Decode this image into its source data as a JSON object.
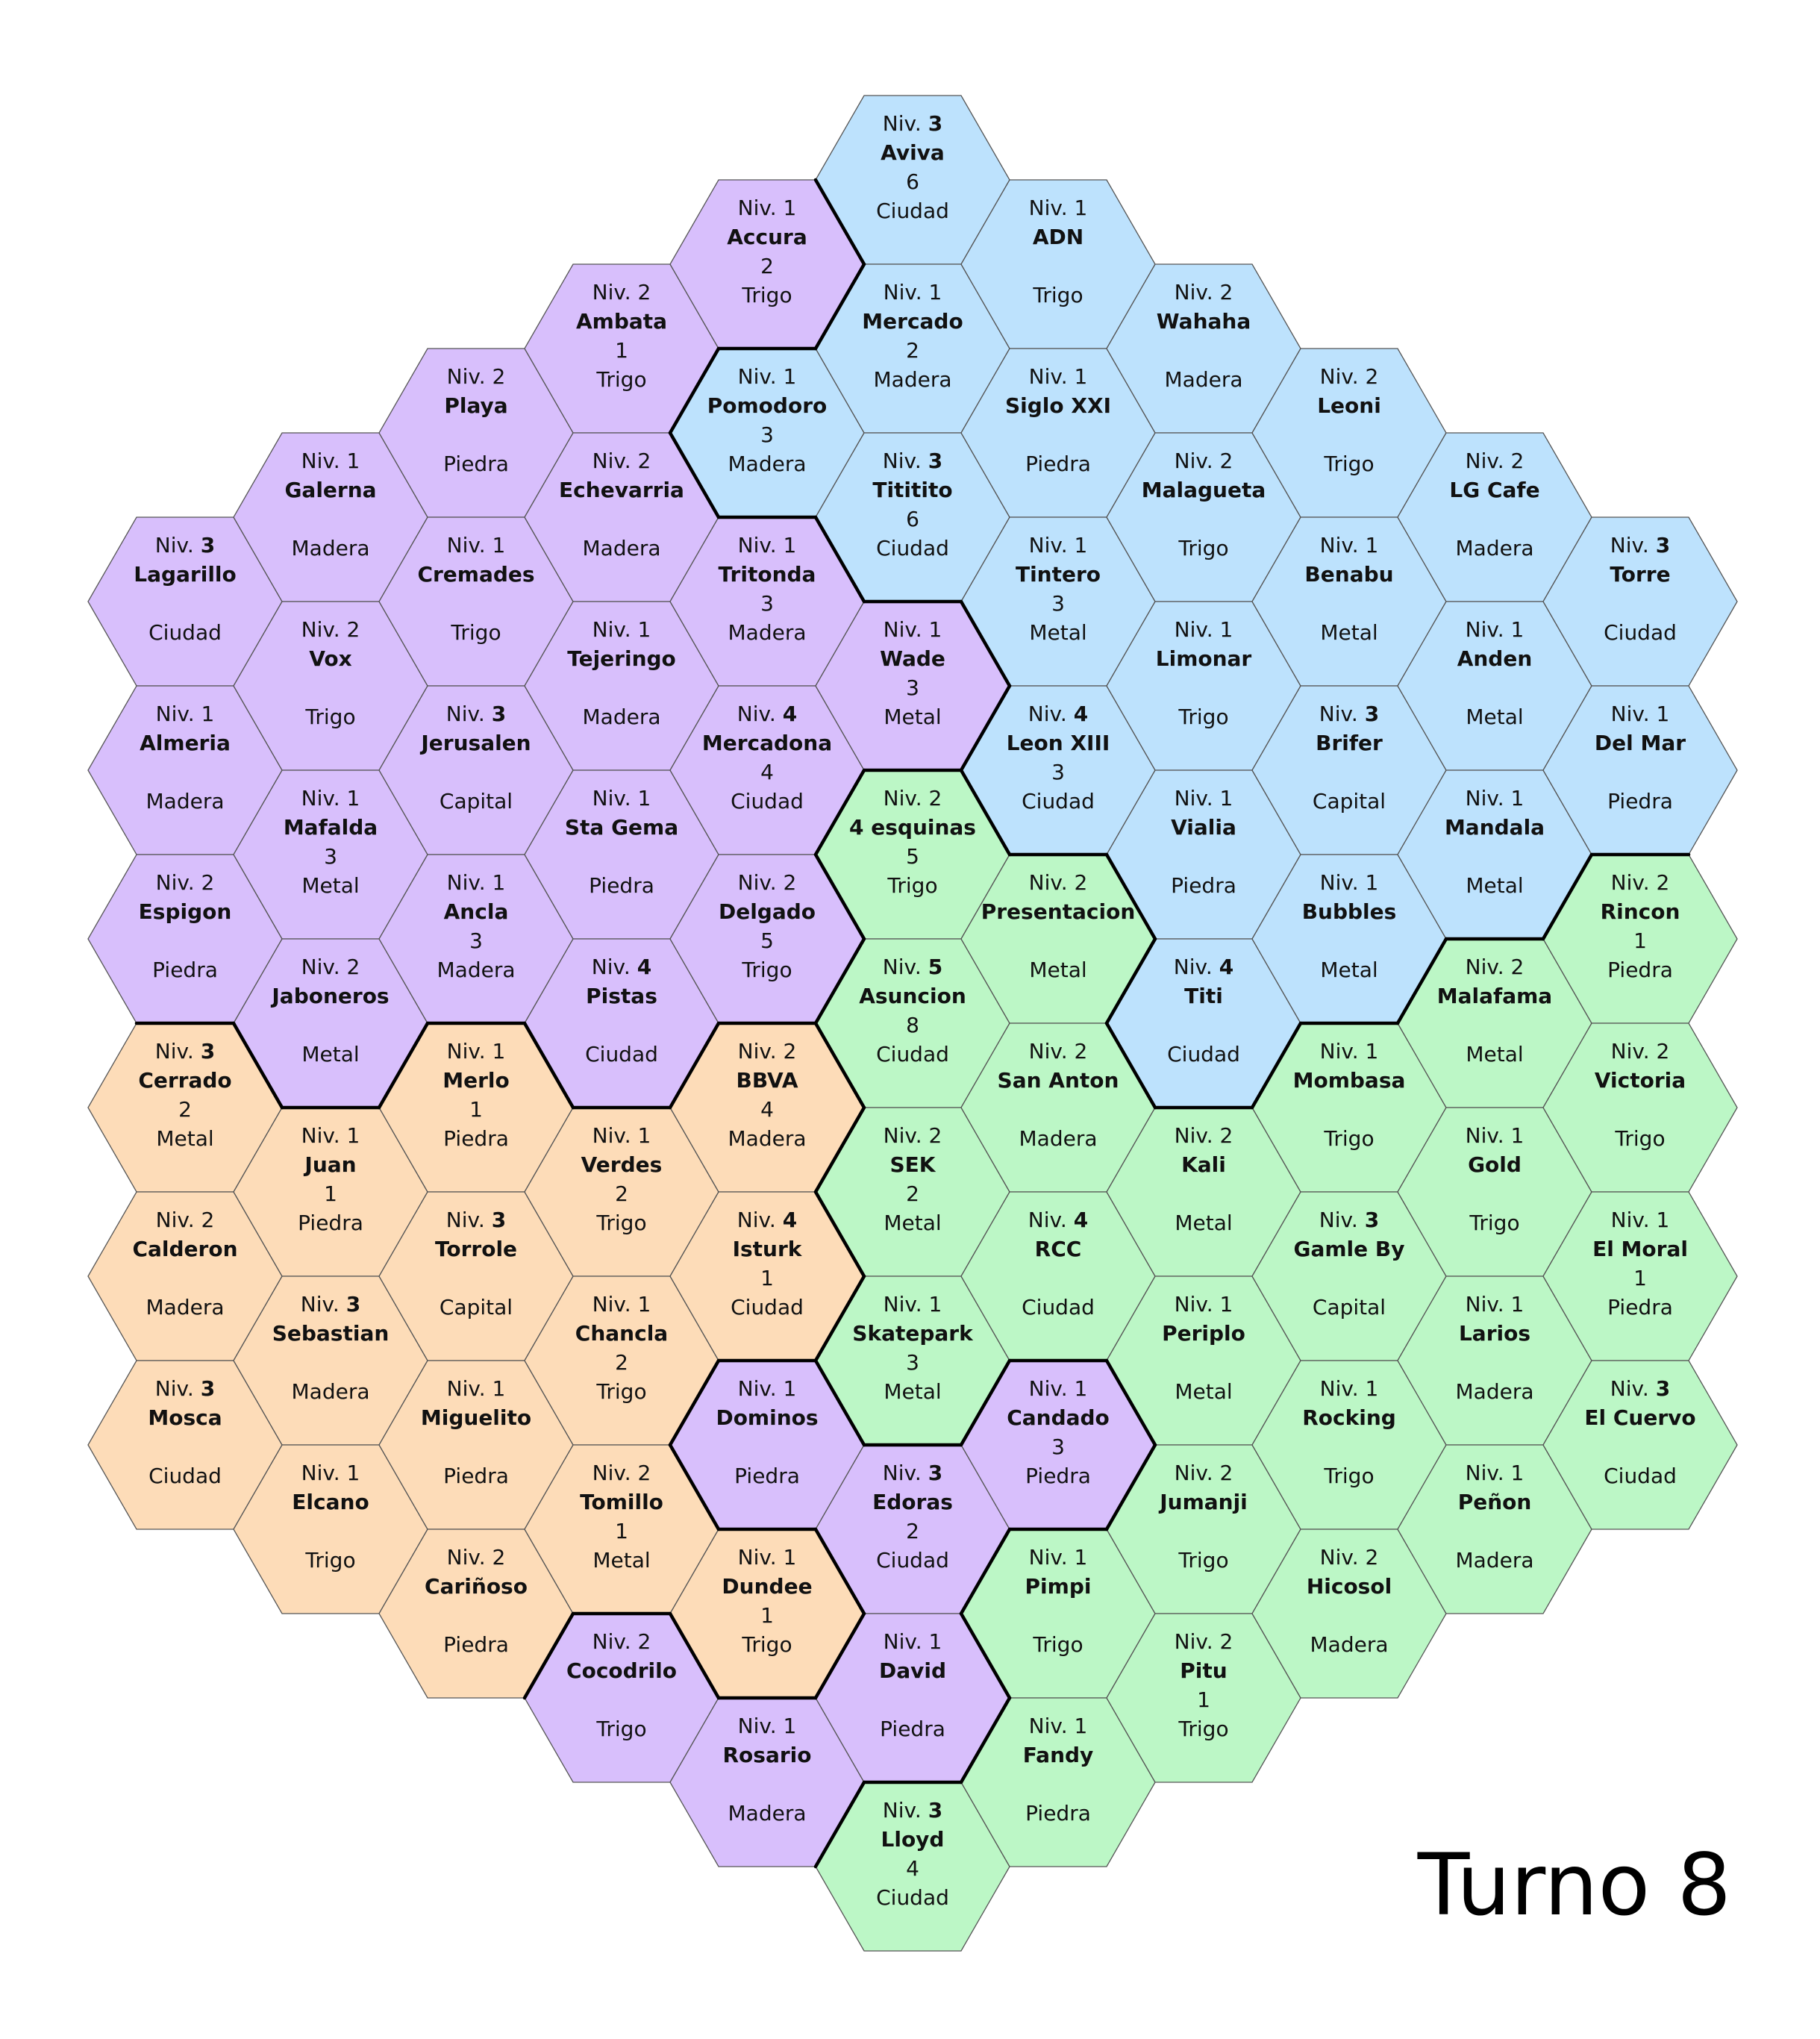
{
  "colors": {
    "orange": "#fddcb8",
    "purple": "#d8bffc",
    "blue": "#bde2fd",
    "green": "#bcf7c6"
  },
  "turn_label": "Turno 8",
  "tiles": [
    {
      "col": 0,
      "row": 0,
      "lvl": "3",
      "name": "Lagarillo",
      "num": "",
      "type": "Ciudad",
      "color": "purple"
    },
    {
      "col": 0,
      "row": 1,
      "lvl": "1",
      "name": "Almeria",
      "num": "",
      "type": "Madera",
      "color": "purple"
    },
    {
      "col": 0,
      "row": 2,
      "lvl": "2",
      "name": "Espigon",
      "num": "",
      "type": "Piedra",
      "color": "purple"
    },
    {
      "col": 0,
      "row": 3,
      "lvl": "3",
      "name": "Cerrado",
      "num": "2",
      "type": "Metal",
      "color": "orange"
    },
    {
      "col": 0,
      "row": 4,
      "lvl": "2",
      "name": "Calderon",
      "num": "",
      "type": "Madera",
      "color": "orange"
    },
    {
      "col": 0,
      "row": 5,
      "lvl": "3",
      "name": "Mosca",
      "num": "",
      "type": "Ciudad",
      "color": "orange"
    },
    {
      "col": 1,
      "row": 0,
      "lvl": "1",
      "name": "Galerna",
      "num": "",
      "type": "Madera",
      "color": "purple"
    },
    {
      "col": 1,
      "row": 1,
      "lvl": "2",
      "name": "Vox",
      "num": "",
      "type": "Trigo",
      "color": "purple"
    },
    {
      "col": 1,
      "row": 2,
      "lvl": "1",
      "name": "Mafalda",
      "num": "3",
      "type": "Metal",
      "color": "purple"
    },
    {
      "col": 1,
      "row": 3,
      "lvl": "2",
      "name": "Jaboneros",
      "num": "",
      "type": "Metal",
      "color": "purple"
    },
    {
      "col": 1,
      "row": 4,
      "lvl": "1",
      "name": "Juan",
      "num": "1",
      "type": "Piedra",
      "color": "orange"
    },
    {
      "col": 1,
      "row": 5,
      "lvl": "3",
      "name": "Sebastian",
      "num": "",
      "type": "Madera",
      "color": "orange"
    },
    {
      "col": 1,
      "row": 6,
      "lvl": "1",
      "name": "Elcano",
      "num": "",
      "type": "Trigo",
      "color": "orange"
    },
    {
      "col": 2,
      "row": 0,
      "lvl": "2",
      "name": "Playa",
      "num": "",
      "type": "Piedra",
      "color": "purple"
    },
    {
      "col": 2,
      "row": 1,
      "lvl": "1",
      "name": "Cremades",
      "num": "",
      "type": "Trigo",
      "color": "purple"
    },
    {
      "col": 2,
      "row": 2,
      "lvl": "3",
      "name": "Jerusalen",
      "num": "",
      "type": "Capital",
      "color": "purple"
    },
    {
      "col": 2,
      "row": 3,
      "lvl": "1",
      "name": "Ancla",
      "num": "3",
      "type": "Madera",
      "color": "purple"
    },
    {
      "col": 2,
      "row": 4,
      "lvl": "1",
      "name": "Merlo",
      "num": "1",
      "type": "Piedra",
      "color": "orange"
    },
    {
      "col": 2,
      "row": 5,
      "lvl": "3",
      "name": "Torrole",
      "num": "",
      "type": "Capital",
      "color": "orange"
    },
    {
      "col": 2,
      "row": 6,
      "lvl": "1",
      "name": "Miguelito",
      "num": "",
      "type": "Piedra",
      "color": "orange"
    },
    {
      "col": 2,
      "row": 7,
      "lvl": "2",
      "name": "Cariñoso",
      "num": "",
      "type": "Piedra",
      "color": "orange"
    },
    {
      "col": 3,
      "row": 0,
      "lvl": "2",
      "name": "Ambata",
      "num": "1",
      "type": "Trigo",
      "color": "purple"
    },
    {
      "col": 3,
      "row": 1,
      "lvl": "2",
      "name": "Echevarria",
      "num": "",
      "type": "Madera",
      "color": "purple"
    },
    {
      "col": 3,
      "row": 2,
      "lvl": "1",
      "name": "Tejeringo",
      "num": "",
      "type": "Madera",
      "color": "purple"
    },
    {
      "col": 3,
      "row": 3,
      "lvl": "1",
      "name": "Sta Gema",
      "num": "",
      "type": "Piedra",
      "color": "purple"
    },
    {
      "col": 3,
      "row": 4,
      "lvl": "4",
      "name": "Pistas",
      "num": "",
      "type": "Ciudad",
      "color": "purple"
    },
    {
      "col": 3,
      "row": 5,
      "lvl": "1",
      "name": "Verdes",
      "num": "2",
      "type": "Trigo",
      "color": "orange"
    },
    {
      "col": 3,
      "row": 6,
      "lvl": "1",
      "name": "Chancla",
      "num": "2",
      "type": "Trigo",
      "color": "orange"
    },
    {
      "col": 3,
      "row": 7,
      "lvl": "2",
      "name": "Tomillo",
      "num": "1",
      "type": "Metal",
      "color": "orange"
    },
    {
      "col": 3,
      "row": 8,
      "lvl": "2",
      "name": "Cocodrilo",
      "num": "",
      "type": "Trigo",
      "color": "purple"
    },
    {
      "col": 4,
      "row": 0,
      "lvl": "1",
      "name": "Accura",
      "num": "2",
      "type": "Trigo",
      "color": "purple"
    },
    {
      "col": 4,
      "row": 1,
      "lvl": "1",
      "name": "Pomodoro",
      "num": "3",
      "type": "Madera",
      "color": "blue"
    },
    {
      "col": 4,
      "row": 2,
      "lvl": "1",
      "name": "Tritonda",
      "num": "3",
      "type": "Madera",
      "color": "purple"
    },
    {
      "col": 4,
      "row": 3,
      "lvl": "4",
      "name": "Mercadona",
      "num": "4",
      "type": "Ciudad",
      "color": "purple"
    },
    {
      "col": 4,
      "row": 4,
      "lvl": "2",
      "name": "Delgado",
      "num": "5",
      "type": "Trigo",
      "color": "purple"
    },
    {
      "col": 4,
      "row": 5,
      "lvl": "2",
      "name": "BBVA",
      "num": "4",
      "type": "Madera",
      "color": "orange"
    },
    {
      "col": 4,
      "row": 6,
      "lvl": "4",
      "name": "Isturk",
      "num": "1",
      "type": "Ciudad",
      "color": "orange"
    },
    {
      "col": 4,
      "row": 7,
      "lvl": "1",
      "name": "Dominos",
      "num": "",
      "type": "Piedra",
      "color": "purple"
    },
    {
      "col": 4,
      "row": 8,
      "lvl": "1",
      "name": "Dundee",
      "num": "1",
      "type": "Trigo",
      "color": "orange"
    },
    {
      "col": 4,
      "row": 9,
      "lvl": "1",
      "name": "Rosario",
      "num": "",
      "type": "Madera",
      "color": "purple"
    },
    {
      "col": 5,
      "row": 0,
      "lvl": "3",
      "name": "Aviva",
      "num": "6",
      "type": "Ciudad",
      "color": "blue"
    },
    {
      "col": 5,
      "row": 1,
      "lvl": "1",
      "name": "Mercado",
      "num": "2",
      "type": "Madera",
      "color": "blue"
    },
    {
      "col": 5,
      "row": 2,
      "lvl": "3",
      "name": "Tititito",
      "num": "6",
      "type": "Ciudad",
      "color": "blue"
    },
    {
      "col": 5,
      "row": 3,
      "lvl": "1",
      "name": "Wade",
      "num": "3",
      "type": "Metal",
      "color": "purple"
    },
    {
      "col": 5,
      "row": 4,
      "lvl": "2",
      "name": "4 esquinas",
      "num": "5",
      "type": "Trigo",
      "color": "green"
    },
    {
      "col": 5,
      "row": 5,
      "lvl": "5",
      "name": "Asuncion",
      "num": "8",
      "type": "Ciudad",
      "color": "green"
    },
    {
      "col": 5,
      "row": 6,
      "lvl": "2",
      "name": "SEK",
      "num": "2",
      "type": "Metal",
      "color": "green"
    },
    {
      "col": 5,
      "row": 7,
      "lvl": "1",
      "name": "Skatepark",
      "num": "3",
      "type": "Metal",
      "color": "green"
    },
    {
      "col": 5,
      "row": 8,
      "lvl": "3",
      "name": "Edoras",
      "num": "2",
      "type": "Ciudad",
      "color": "purple"
    },
    {
      "col": 5,
      "row": 9,
      "lvl": "1",
      "name": "David",
      "num": "",
      "type": "Piedra",
      "color": "purple"
    },
    {
      "col": 5,
      "row": 10,
      "lvl": "3",
      "name": "Lloyd",
      "num": "4",
      "type": "Ciudad",
      "color": "green"
    },
    {
      "col": 6,
      "row": 0,
      "lvl": "1",
      "name": "ADN",
      "num": "",
      "type": "Trigo",
      "color": "blue"
    },
    {
      "col": 6,
      "row": 1,
      "lvl": "1",
      "name": "Siglo XXI",
      "num": "",
      "type": "Piedra",
      "color": "blue"
    },
    {
      "col": 6,
      "row": 2,
      "lvl": "1",
      "name": "Tintero",
      "num": "3",
      "type": "Metal",
      "color": "blue"
    },
    {
      "col": 6,
      "row": 3,
      "lvl": "4",
      "name": "Leon XIII",
      "num": "3",
      "type": "Ciudad",
      "color": "blue"
    },
    {
      "col": 6,
      "row": 4,
      "lvl": "2",
      "name": "Presentacion",
      "num": "",
      "type": "Metal",
      "color": "green"
    },
    {
      "col": 6,
      "row": 5,
      "lvl": "2",
      "name": "San Anton",
      "num": "",
      "type": "Madera",
      "color": "green"
    },
    {
      "col": 6,
      "row": 6,
      "lvl": "4",
      "name": "RCC",
      "num": "",
      "type": "Ciudad",
      "color": "green"
    },
    {
      "col": 6,
      "row": 7,
      "lvl": "1",
      "name": "Candado",
      "num": "3",
      "type": "Piedra",
      "color": "purple"
    },
    {
      "col": 6,
      "row": 8,
      "lvl": "1",
      "name": "Pimpi",
      "num": "",
      "type": "Trigo",
      "color": "green"
    },
    {
      "col": 6,
      "row": 9,
      "lvl": "1",
      "name": "Fandy",
      "num": "",
      "type": "Piedra",
      "color": "green"
    },
    {
      "col": 7,
      "row": 0,
      "lvl": "2",
      "name": "Wahaha",
      "num": "",
      "type": "Madera",
      "color": "blue"
    },
    {
      "col": 7,
      "row": 1,
      "lvl": "2",
      "name": "Malagueta",
      "num": "",
      "type": "Trigo",
      "color": "blue"
    },
    {
      "col": 7,
      "row": 2,
      "lvl": "1",
      "name": "Limonar",
      "num": "",
      "type": "Trigo",
      "color": "blue"
    },
    {
      "col": 7,
      "row": 3,
      "lvl": "1",
      "name": "Vialia",
      "num": "",
      "type": "Piedra",
      "color": "blue"
    },
    {
      "col": 7,
      "row": 4,
      "lvl": "4",
      "name": "Titi",
      "num": "",
      "type": "Ciudad",
      "color": "blue"
    },
    {
      "col": 7,
      "row": 5,
      "lvl": "2",
      "name": "Kali",
      "num": "",
      "type": "Metal",
      "color": "green"
    },
    {
      "col": 7,
      "row": 6,
      "lvl": "1",
      "name": "Periplo",
      "num": "",
      "type": "Metal",
      "color": "green"
    },
    {
      "col": 7,
      "row": 7,
      "lvl": "2",
      "name": "Jumanji",
      "num": "",
      "type": "Trigo",
      "color": "green"
    },
    {
      "col": 7,
      "row": 8,
      "lvl": "2",
      "name": "Pitu",
      "num": "1",
      "type": "Trigo",
      "color": "green"
    },
    {
      "col": 8,
      "row": 0,
      "lvl": "2",
      "name": "Leoni",
      "num": "",
      "type": "Trigo",
      "color": "blue"
    },
    {
      "col": 8,
      "row": 1,
      "lvl": "1",
      "name": "Benabu",
      "num": "",
      "type": "Metal",
      "color": "blue"
    },
    {
      "col": 8,
      "row": 2,
      "lvl": "3",
      "name": "Brifer",
      "num": "",
      "type": "Capital",
      "color": "blue"
    },
    {
      "col": 8,
      "row": 3,
      "lvl": "1",
      "name": "Bubbles",
      "num": "",
      "type": "Metal",
      "color": "blue"
    },
    {
      "col": 8,
      "row": 4,
      "lvl": "1",
      "name": "Mombasa",
      "num": "",
      "type": "Trigo",
      "color": "green"
    },
    {
      "col": 8,
      "row": 5,
      "lvl": "3",
      "name": "Gamle By",
      "num": "",
      "type": "Capital",
      "color": "green"
    },
    {
      "col": 8,
      "row": 6,
      "lvl": "1",
      "name": "Rocking",
      "num": "",
      "type": "Trigo",
      "color": "green"
    },
    {
      "col": 8,
      "row": 7,
      "lvl": "2",
      "name": "Hicosol",
      "num": "",
      "type": "Madera",
      "color": "green"
    },
    {
      "col": 9,
      "row": 0,
      "lvl": "2",
      "name": "LG Cafe",
      "num": "",
      "type": "Madera",
      "color": "blue"
    },
    {
      "col": 9,
      "row": 1,
      "lvl": "1",
      "name": "Anden",
      "num": "",
      "type": "Metal",
      "color": "blue"
    },
    {
      "col": 9,
      "row": 2,
      "lvl": "1",
      "name": "Mandala",
      "num": "",
      "type": "Metal",
      "color": "blue"
    },
    {
      "col": 9,
      "row": 3,
      "lvl": "2",
      "name": "Malafama",
      "num": "",
      "type": "Metal",
      "color": "green"
    },
    {
      "col": 9,
      "row": 4,
      "lvl": "1",
      "name": "Gold",
      "num": "",
      "type": "Trigo",
      "color": "green"
    },
    {
      "col": 9,
      "row": 5,
      "lvl": "1",
      "name": "Larios",
      "num": "",
      "type": "Madera",
      "color": "green"
    },
    {
      "col": 9,
      "row": 6,
      "lvl": "1",
      "name": "Peñon",
      "num": "",
      "type": "Madera",
      "color": "green"
    },
    {
      "col": 10,
      "row": 0,
      "lvl": "3",
      "name": "Torre",
      "num": "",
      "type": "Ciudad",
      "color": "blue"
    },
    {
      "col": 10,
      "row": 1,
      "lvl": "1",
      "name": "Del Mar",
      "num": "",
      "type": "Piedra",
      "color": "blue"
    },
    {
      "col": 10,
      "row": 2,
      "lvl": "2",
      "name": "Rincon",
      "num": "1",
      "type": "Piedra",
      "color": "green"
    },
    {
      "col": 10,
      "row": 3,
      "lvl": "2",
      "name": "Victoria",
      "num": "",
      "type": "Trigo",
      "color": "green"
    },
    {
      "col": 10,
      "row": 4,
      "lvl": "1",
      "name": "El Moral",
      "num": "1",
      "type": "Piedra",
      "color": "green"
    },
    {
      "col": 10,
      "row": 5,
      "lvl": "3",
      "name": "El Cuervo",
      "num": "",
      "type": "Ciudad",
      "color": "green"
    }
  ]
}
